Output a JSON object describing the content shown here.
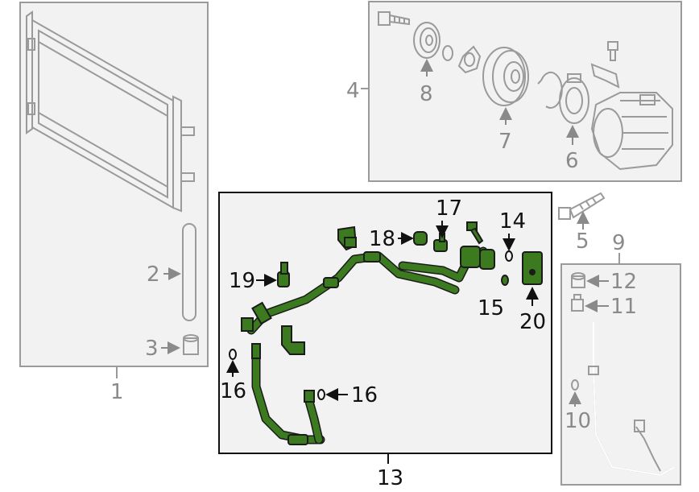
{
  "callouts": {
    "c1": "1",
    "c2": "2",
    "c3": "3",
    "c4": "4",
    "c5": "5",
    "c6": "6",
    "c7": "7",
    "c8": "8",
    "c9": "9",
    "c10": "10",
    "c11": "11",
    "c12": "12",
    "c13": "13",
    "c14": "14",
    "c15": "15",
    "c16a": "16",
    "c16b": "16",
    "c17": "17",
    "c18": "18",
    "c19": "19",
    "c20": "20"
  },
  "colors": {
    "highlight": "#3b7a1e",
    "box_fill": "#f2f2f2",
    "grey_stroke": "#9a9a9a"
  }
}
